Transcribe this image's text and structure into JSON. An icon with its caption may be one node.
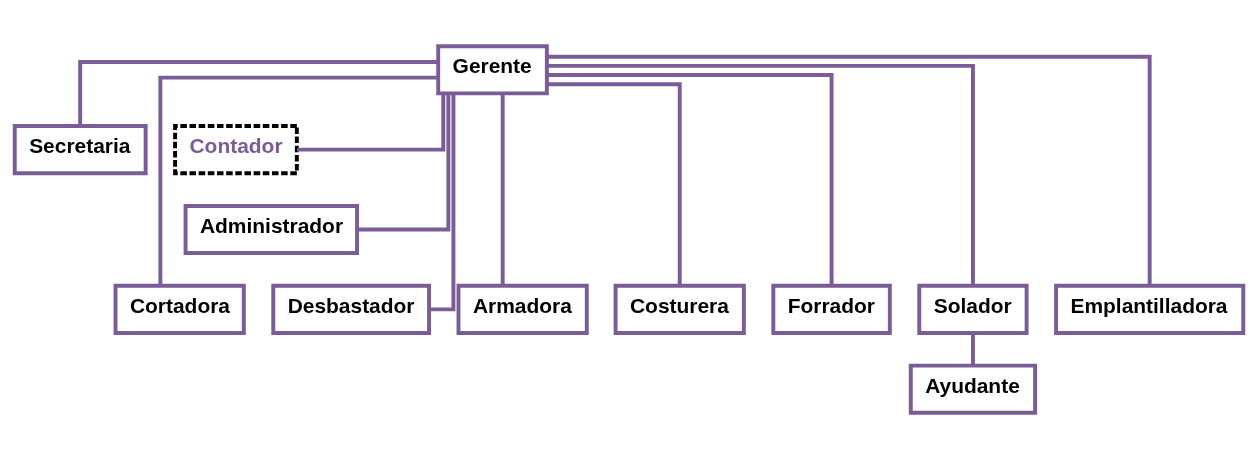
{
  "diagram": {
    "nodes": [
      {
        "text": [
          "Gerente"
        ]
      },
      {
        "text": [
          "Secretaria"
        ]
      },
      {
        "text": [
          "Contador"
        ]
      },
      {
        "text": [
          "Administrador"
        ]
      },
      {
        "text": [
          "Cortadora"
        ]
      },
      {
        "text": [
          "Desbastador"
        ]
      },
      {
        "text": [
          "Armadora"
        ]
      },
      {
        "text": [
          "Costurera"
        ]
      },
      {
        "text": [
          "Forrador"
        ]
      },
      {
        "text": [
          "Solador"
        ]
      },
      {
        "text": [
          "Emplantilladora"
        ]
      },
      {
        "text": [
          "Ayudante"
        ]
      }
    ],
    "edges": [
      {
        "from": 0,
        "to": 1,
        "arrow": "none"
      },
      {
        "from": 0,
        "to": 2,
        "arrow": "none"
      },
      {
        "from": 0,
        "to": 3,
        "arrow": "none"
      },
      {
        "from": 0,
        "to": 4,
        "arrow": "none"
      },
      {
        "from": 0,
        "to": 5,
        "arrow": "none"
      },
      {
        "from": 0,
        "to": 6,
        "arrow": "none"
      },
      {
        "from": 0,
        "to": 7,
        "arrow": "none"
      },
      {
        "from": 0,
        "to": 8,
        "arrow": "none"
      },
      {
        "from": 0,
        "to": 9,
        "arrow": "none"
      },
      {
        "from": 0,
        "to": 10,
        "arrow": "none"
      },
      {
        "from": 9,
        "to": 11,
        "arrow": "none"
      }
    ]
  }
}
